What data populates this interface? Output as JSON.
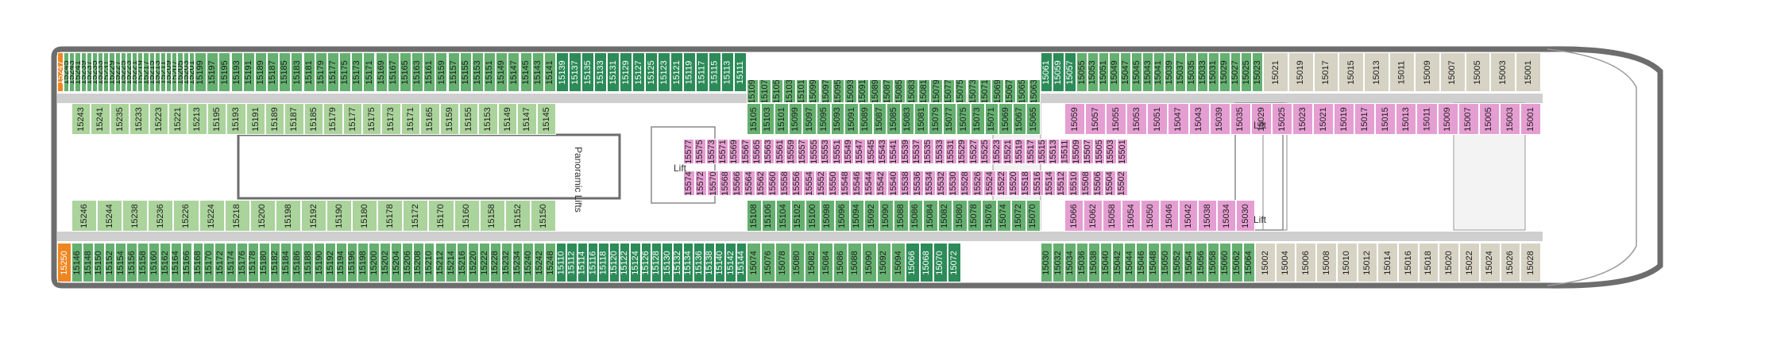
{
  "labels": {
    "panoramic_lifts": "Panoramic Lifts",
    "lift_mid": "Lift",
    "lift_fwd": "Lift",
    "lift_fwd2": "Lift"
  },
  "colors": {
    "dark": "#2c8b58",
    "mid": "#65b070",
    "light": "#abd39c",
    "pink": "#e59ed2",
    "grey": "#d6d3c4",
    "orange": "#ef8621",
    "wall": "#6d6d6d"
  },
  "cabin_groups": [
    {
      "row": "port-outer",
      "aft": 1,
      "fwd": 47,
      "color": "grey",
      "numbers": [
        "15001",
        "15003",
        "15005",
        "15007",
        "15009",
        "15011",
        "15013",
        "15015",
        "15017",
        "15019",
        "15021"
      ]
    },
    {
      "row": "port-outer",
      "color": "mid",
      "numbers": [
        "15023",
        "15025",
        "15027",
        "15029",
        "15031",
        "15033",
        "15035",
        "15037",
        "15039",
        "15041",
        "15043",
        "15045",
        "15047",
        "15049",
        "15051",
        "15053",
        "15055"
      ]
    },
    {
      "row": "port-outer",
      "color": "dark",
      "numbers": [
        "15057",
        "15059",
        "15061"
      ]
    },
    {
      "row": "port-outer-mid",
      "color": "mid",
      "numbers": [
        "15063",
        "15065",
        "15067",
        "15069",
        "15071",
        "15073",
        "15075",
        "15077",
        "15079",
        "15081",
        "15083",
        "15085",
        "15087",
        "15089",
        "15091",
        "15093",
        "15095",
        "15097",
        "15099",
        "15101",
        "15103",
        "15105",
        "15107",
        "15109"
      ]
    },
    {
      "row": "port-outer-aft",
      "color": "dark",
      "numbers": [
        "15111",
        "15113",
        "15115",
        "15117",
        "15119",
        "15121",
        "15123",
        "15125",
        "15127",
        "15129",
        "15131",
        "15133",
        "15135",
        "15137",
        "15139"
      ]
    },
    {
      "row": "port-outer-aft",
      "color": "mid",
      "numbers": [
        "15141",
        "15143",
        "15145",
        "15147",
        "15149",
        "15151",
        "15153",
        "15155",
        "15157",
        "15159",
        "15161",
        "15163",
        "15165",
        "15167",
        "15169",
        "15171",
        "15173",
        "15175",
        "15177",
        "15179",
        "15181",
        "15183",
        "15185",
        "15187",
        "15189",
        "15191",
        "15193",
        "15195",
        "15197",
        "15199"
      ]
    },
    {
      "row": "port-outer-aft",
      "color": "mid",
      "numbers": [
        "15201",
        "15203",
        "15205",
        "15207",
        "15209",
        "15211",
        "15213",
        "15215",
        "15217",
        "15219",
        "15221",
        "15223",
        "15225",
        "15227",
        "15229",
        "15231",
        "15233",
        "15235",
        "15237",
        "15239",
        "15241",
        "15243",
        "15245"
      ]
    },
    {
      "row": "port-outer-aft",
      "color": "orange",
      "numbers": [
        "15247"
      ]
    },
    {
      "row": "port-inner",
      "color": "light",
      "numbers": [
        "15243",
        "15241",
        "15235",
        "15233",
        "15223",
        "15221",
        "15213",
        "15195",
        "15193",
        "15191",
        "15189",
        "15187",
        "15185",
        "15179",
        "15177",
        "15175",
        "15173",
        "15171",
        "15165",
        "15159",
        "15155",
        "15153",
        "15149",
        "15147",
        "15145"
      ]
    },
    {
      "row": "port-inner-mid",
      "color": "mid",
      "numbers": [
        "15105",
        "15103",
        "15101",
        "15099",
        "15097",
        "15095",
        "15093",
        "15091",
        "15089",
        "15087",
        "15085",
        "15083",
        "15081",
        "15079",
        "15077",
        "15075",
        "15073",
        "15071",
        "15069",
        "15067",
        "15065"
      ]
    },
    {
      "row": "port-inner-fwd",
      "color": "pink",
      "numbers": [
        "15059",
        "15057",
        "15055",
        "15053",
        "15051",
        "15047",
        "15043",
        "15039",
        "15035",
        "15029",
        "15025",
        "15023",
        "15021",
        "15019",
        "15017",
        "15015",
        "15013",
        "15011",
        "15009",
        "15007",
        "15005",
        "15003",
        "15001"
      ]
    },
    {
      "row": "centre",
      "color": "pink",
      "numbers": [
        "15577",
        "15575",
        "15573",
        "15571",
        "15569",
        "15567",
        "15565",
        "15563",
        "15561",
        "15559",
        "15557",
        "15555",
        "15553",
        "15551",
        "15549",
        "15547",
        "15545",
        "15543",
        "15541",
        "15539",
        "15537",
        "15535",
        "15533",
        "15531",
        "15529",
        "15527",
        "15525",
        "15523",
        "15521",
        "15519",
        "15517",
        "15515",
        "15513",
        "15511",
        "15509",
        "15507",
        "15505",
        "15503",
        "15501"
      ]
    },
    {
      "row": "centre-2",
      "color": "pink",
      "numbers": [
        "15574",
        "15572",
        "15570",
        "15568",
        "15566",
        "15564",
        "15562",
        "15560",
        "15558",
        "15556",
        "15554",
        "15552",
        "15550",
        "15548",
        "15546",
        "15544",
        "15542",
        "15540",
        "15538",
        "15536",
        "15534",
        "15532",
        "15530",
        "15528",
        "15526",
        "15524",
        "15522",
        "15520",
        "15518",
        "15516",
        "15514",
        "15512",
        "15510",
        "15508",
        "15506",
        "15504",
        "15502"
      ]
    },
    {
      "row": "stbd-inner",
      "color": "light",
      "numbers": [
        "15246",
        "15244",
        "15238",
        "15236",
        "15226",
        "15224",
        "15218",
        "15200",
        "15198",
        "15192",
        "15190",
        "15180",
        "15178",
        "15172",
        "15170",
        "15160",
        "15158",
        "15152",
        "15150"
      ]
    },
    {
      "row": "stbd-inner-mid",
      "color": "mid",
      "numbers": [
        "15108",
        "15106",
        "15104",
        "15102",
        "15100",
        "15098",
        "15096",
        "15094",
        "15092",
        "15090",
        "15088",
        "15086",
        "15084",
        "15082",
        "15080",
        "15078",
        "15076",
        "15074",
        "15072",
        "15070"
      ]
    },
    {
      "row": "stbd-inner-fwd",
      "color": "pink",
      "numbers": [
        "15066",
        "15062",
        "15058",
        "15054",
        "15050",
        "15046",
        "15042",
        "15038",
        "15034",
        "15030"
      ]
    },
    {
      "row": "stbd-outer",
      "color": "orange",
      "numbers": [
        "15250"
      ]
    },
    {
      "row": "stbd-outer",
      "color": "mid",
      "numbers": [
        "15248",
        "15242",
        "15240",
        "15234",
        "15232",
        "15228",
        "15222",
        "15220",
        "15216",
        "15214",
        "15212",
        "15210",
        "15208",
        "15206",
        "15204",
        "15202",
        "15200",
        "15198",
        "15196",
        "15194",
        "15192",
        "15190",
        "15188",
        "15186",
        "15184",
        "15182",
        "15180",
        "15178",
        "15176",
        "15174",
        "15172",
        "15170",
        "15168",
        "15166",
        "15164",
        "15162",
        "15160",
        "15158",
        "15156",
        "15154",
        "15152",
        "15150",
        "15148",
        "15146"
      ]
    },
    {
      "row": "stbd-outer",
      "color": "dark",
      "numbers": [
        "15144",
        "15142",
        "15140",
        "15138",
        "15136",
        "15134",
        "15132",
        "15130",
        "15128",
        "15126",
        "15124",
        "15122",
        "15120",
        "15118",
        "15116",
        "15114",
        "15112",
        "15110"
      ]
    },
    {
      "row": "stbd-outer",
      "color": "mid",
      "numbers": [
        "15094",
        "15092",
        "15090",
        "15088",
        "15086",
        "15084",
        "15082",
        "15080",
        "15078",
        "15076",
        "15074"
      ]
    },
    {
      "row": "stbd-outer",
      "color": "dark",
      "numbers": [
        "15072",
        "15070",
        "15068",
        "15066"
      ]
    },
    {
      "row": "stbd-outer",
      "color": "mid",
      "numbers": [
        "15064",
        "15062",
        "15060",
        "15058",
        "15056",
        "15054",
        "15052",
        "15050",
        "15048",
        "15046",
        "15044",
        "15042",
        "15040",
        "15038",
        "15036",
        "15034",
        "15032",
        "15030"
      ]
    },
    {
      "row": "stbd-outer",
      "color": "grey",
      "numbers": [
        "15028",
        "15026",
        "15024",
        "15022",
        "15020",
        "15018",
        "15016",
        "15014",
        "15012",
        "15010",
        "15008",
        "15006",
        "15004",
        "15002"
      ]
    }
  ]
}
